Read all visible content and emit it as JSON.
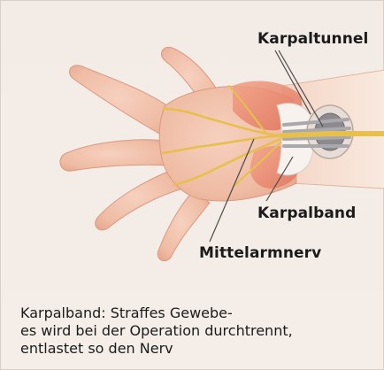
{
  "illustration": {
    "labels": {
      "karpaltunnel": "Karpaltunnel",
      "karpalband": "Karpalband",
      "mittelarmnerv": "Mittelarmnerv"
    }
  },
  "caption": {
    "lines": [
      "Karpalband: Straffes Gewebe-",
      "es wird bei der Operation durchtrennt,",
      "entlastet so den Nerv"
    ]
  },
  "colors": {
    "background": "#f3ebe5",
    "skin": "#f2c3ab",
    "nerve": "#e6c04a",
    "ligament": "#e9866f",
    "label_text": "#1b1b1b"
  }
}
